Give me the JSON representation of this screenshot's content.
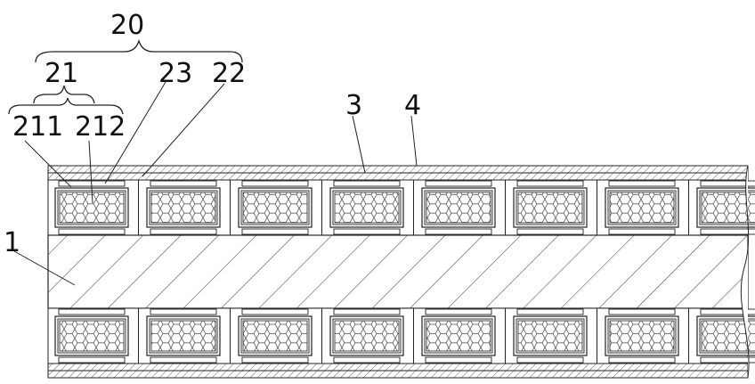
{
  "labels": {
    "group_20": "20",
    "group_21": "21",
    "part_211": "211",
    "part_212": "212",
    "part_23": "23",
    "part_22": "22",
    "part_3": "3",
    "part_4": "4",
    "part_1": "1"
  },
  "diagram": {
    "cell_count_per_row": 8,
    "rows": [
      "upper",
      "lower"
    ],
    "line_color": "#222222",
    "hatch_color": "#555555"
  }
}
